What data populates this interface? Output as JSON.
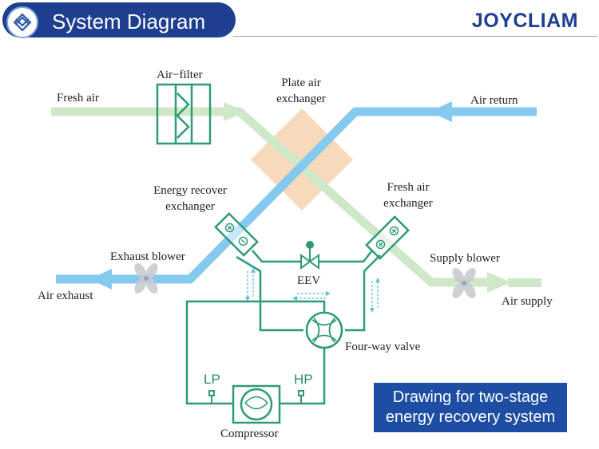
{
  "header": {
    "title": "System Diagram",
    "brand": "JOYCLIAM",
    "logo_icon": "diamond-logo-icon"
  },
  "labels": {
    "air_filter": "Air−filter",
    "fresh_air": "Fresh  air",
    "plate_air_exchanger_1": "Plate  air",
    "plate_air_exchanger_2": "exchanger",
    "air_return": "Air  return",
    "energy_recover_1": "Energy recover",
    "energy_recover_2": "exchanger",
    "fresh_air_exchanger_1": "Fresh air",
    "fresh_air_exchanger_2": "exchanger",
    "exhaust_blower": "Exhaust  blower",
    "supply_blower": "Supply  blower",
    "air_exhaust": "Air  exhaust",
    "air_supply": "Air  supply",
    "eev": "EEV",
    "four_way_valve": "Four-way valve",
    "lp": "LP",
    "hp": "HP",
    "compressor": "Compressor"
  },
  "caption": {
    "line1": "Drawing for two-stage",
    "line2": "energy recovery  system"
  },
  "colors": {
    "header": "#1e3f8f",
    "fresh_air_stream": "#cfe8c8",
    "return_air_stream": "#86c9ef",
    "plate_exchanger": "#f6d2b0",
    "pipe": "#2e9a78",
    "caption_bg": "#1e4ea3"
  }
}
